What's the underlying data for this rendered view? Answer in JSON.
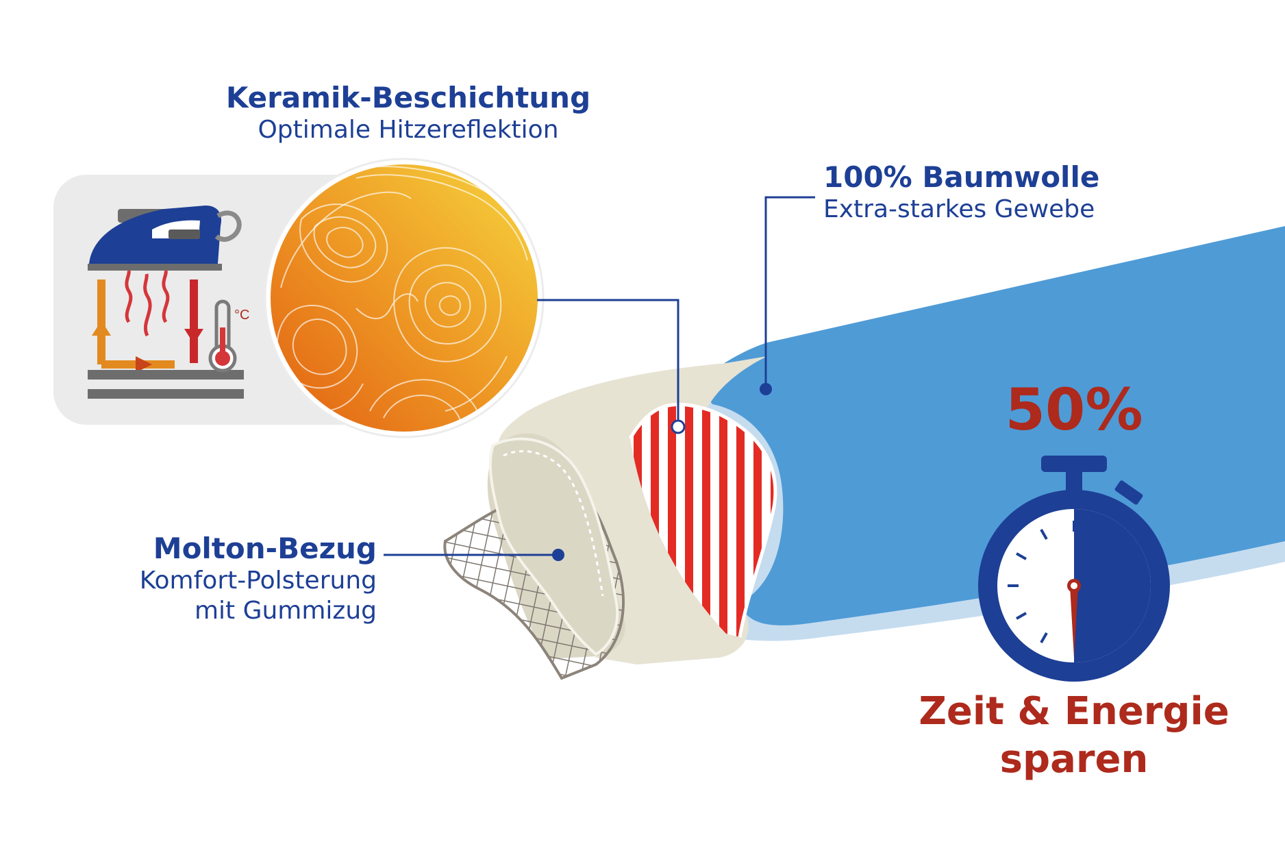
{
  "labels": {
    "ceramic": {
      "title": "Keramik-Beschichtung",
      "subtitle": "Optimale Hitzereflektion"
    },
    "cotton": {
      "title": "100% Baumwolle",
      "subtitle": "Extra-starkes Gewebe"
    },
    "molton": {
      "title": "Molton-Bezug",
      "line1": "Komfort-Polsterung",
      "line2": "mit Gummizug"
    }
  },
  "savings": {
    "percent_label": "50%",
    "fraction": 0.5,
    "line1": "Zeit & Energie",
    "line2": "sparen"
  },
  "icons": {
    "iron": "iron-icon",
    "heat": "heat-reflection-icon",
    "thermometer": "thermometer-icon",
    "thermometer_unit": "°C",
    "texture": "ceramic-texture-icon",
    "stopwatch": "stopwatch-icon"
  },
  "colors": {
    "brand_blue": "#1d3f95",
    "savings_red": "#ad2a1c",
    "cover_blue": "#4f9bd6",
    "padding_beige": "#e6e3d3",
    "ceramic_orange": "#e8761e",
    "ceramic_yellow": "#f4c93a",
    "stripe_red": "#e32b24"
  }
}
